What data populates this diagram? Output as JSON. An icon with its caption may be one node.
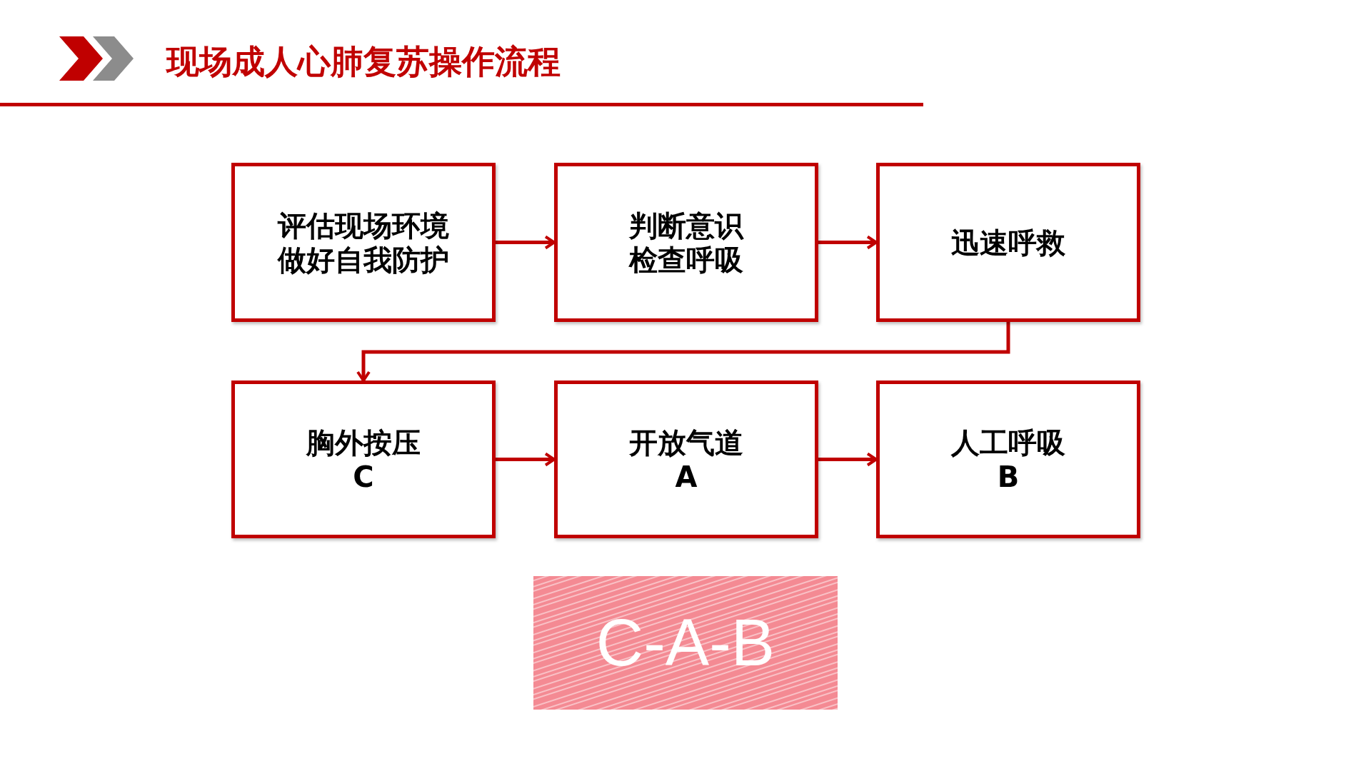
{
  "diagram": {
    "title": "现场成人心肺复苏操作流程",
    "nodes": [
      {
        "text": [
          "评估现场环境做好自我防护"
        ]
      },
      {
        "text": [
          "判断意识检查呼吸"
        ]
      },
      {
        "text": [
          "迅速呼救"
        ]
      },
      {
        "text": [
          "胸外按压",
          "C"
        ]
      },
      {
        "text": [
          "开放气道",
          "A"
        ]
      },
      {
        "text": [
          "人工呼吸",
          "B"
        ]
      },
      {
        "text": [
          "C-A-B"
        ]
      }
    ],
    "edges": [
      {
        "from": 0,
        "to": 1,
        "arrow": "to"
      },
      {
        "from": 1,
        "to": 2,
        "arrow": "to"
      },
      {
        "from": 2,
        "to": 3,
        "arrow": "to"
      },
      {
        "from": 3,
        "to": 4,
        "arrow": "to"
      },
      {
        "from": 4,
        "to": 5,
        "arrow": "to"
      }
    ]
  }
}
